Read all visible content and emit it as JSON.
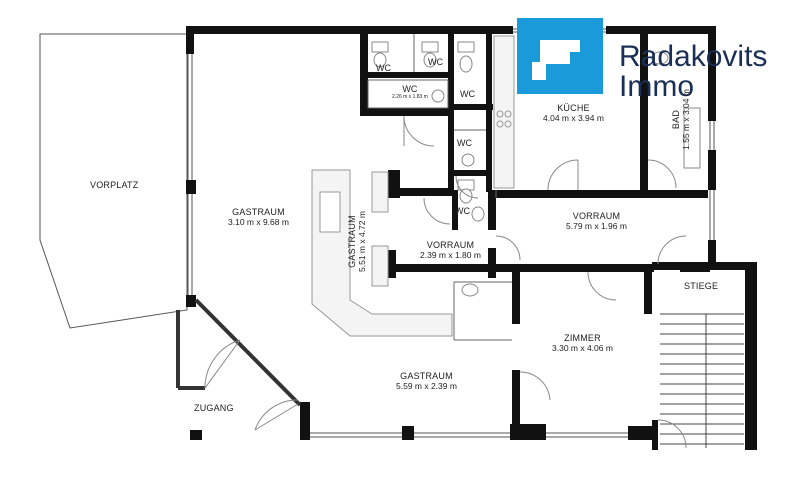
{
  "brand": {
    "name_line1": "Radakovits",
    "name_line2": "Immo",
    "accent_color": "#1a9ad9",
    "text_color": "#1a2f57"
  },
  "rooms": {
    "vorplatz": {
      "name": "VORPLATZ"
    },
    "gastraum_main": {
      "name": "GASTRAUM",
      "dims": "3.10 m x 9.68 m"
    },
    "gastraum_bar": {
      "name": "GASTRAUM",
      "dims": "5.51 m x 4.72 m"
    },
    "gastraum_bottom": {
      "name": "GASTRAUM",
      "dims": "5.59 m x 2.39 m"
    },
    "wc_1": {
      "name": "WC"
    },
    "wc_2": {
      "name": "WC"
    },
    "wc_3": {
      "name": "WC",
      "dims": "2.26 m x 1.83 m"
    },
    "wc_4": {
      "name": "WC"
    },
    "wc_5": {
      "name": "WC"
    },
    "wc_6": {
      "name": "WC"
    },
    "kueche": {
      "name": "KÜCHE",
      "dims": "4.04 m x 3.94 m"
    },
    "bad": {
      "name": "BAD",
      "dims": "1.55 m x 3.04 m"
    },
    "vorraum_1": {
      "name": "VORRAUM",
      "dims": "2.39 m x 1.80 m"
    },
    "vorraum_2": {
      "name": "VORRAUM",
      "dims": "5.79 m x 1.96 m"
    },
    "zimmer": {
      "name": "ZIMMER",
      "dims": "3.30 m x 4.06 m"
    },
    "stiege": {
      "name": "STIEGE"
    },
    "zugang": {
      "name": "ZUGANG"
    }
  }
}
